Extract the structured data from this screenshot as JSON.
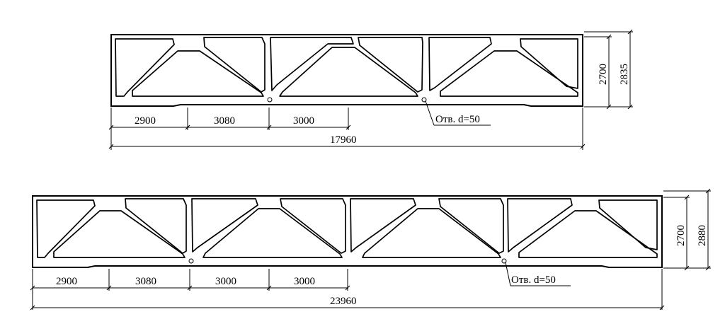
{
  "truss_top": {
    "segment_labels": [
      "2900",
      "3080",
      "3000"
    ],
    "total_length": "17960",
    "height_inner": "2700",
    "height_outer": "2835",
    "hole_note": "Отв. d=50"
  },
  "truss_bottom": {
    "segment_labels": [
      "2900",
      "3080",
      "3000",
      "3000"
    ],
    "total_length": "23960",
    "height_inner": "2700",
    "height_outer": "2880",
    "hole_note": "Отв. d=50"
  }
}
